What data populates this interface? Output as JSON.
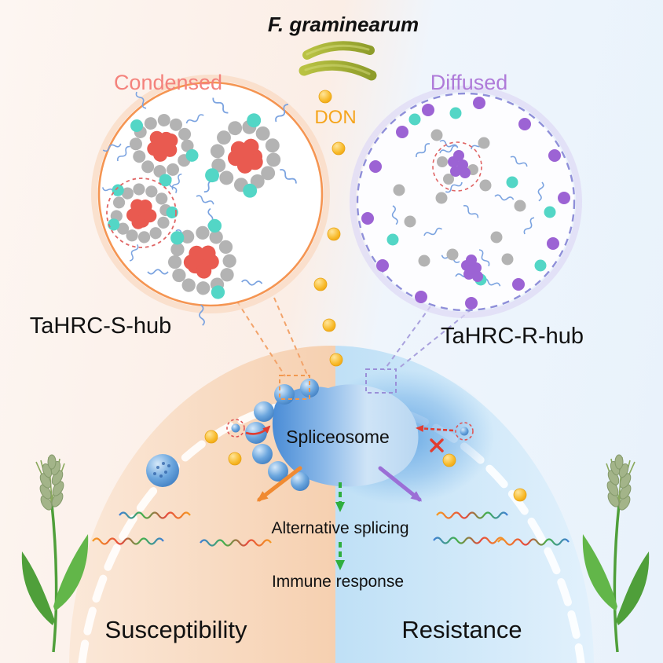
{
  "labels": {
    "pathogen": "F. graminearum",
    "toxin": "DON",
    "condensed": "Condensed",
    "diffused": "Diffused",
    "s_hub": "TaHRC-S-hub",
    "r_hub": "TaHRC-R-hub",
    "spliceosome": "Spliceosome",
    "alt_splicing": "Alternative splicing",
    "immune": "Immune response",
    "susceptibility": "Susceptibility",
    "resistance": "Resistance"
  },
  "colors": {
    "condensed_label": "#F4827C",
    "diffused_label": "#AF7BD9",
    "don_label": "#F5A51D",
    "condensate_red": "#E95A50",
    "monomer_purple": "#9C63D4",
    "monomer_gray": "#B3B3B3",
    "monomer_teal": "#53D6C6",
    "hub_s_border": "#F59552",
    "hub_r_border": "#8F8FD9",
    "susceptible_fill": "#F9DEC6",
    "resistant_fill": "#CBE5F8",
    "spliceosome_blue": "#4A8CD6",
    "arrow_orange": "#F08A32",
    "arrow_purple": "#9B6FD6",
    "arrow_green": "#2FAE3E",
    "inhibit_red": "#E23C30",
    "wheat_green": "#5AB545",
    "spore_olive": "#A9B338"
  }
}
